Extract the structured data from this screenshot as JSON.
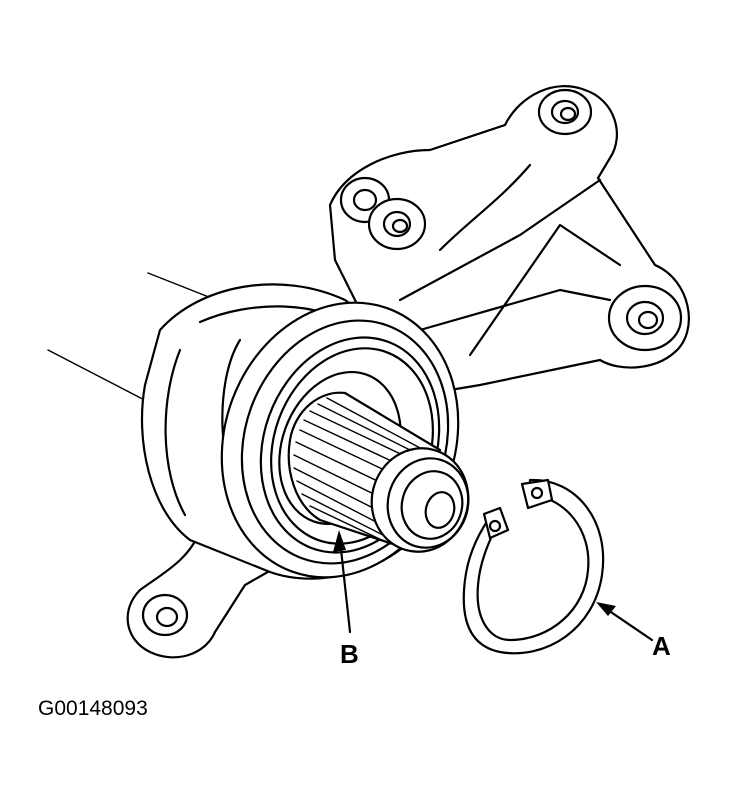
{
  "figure": {
    "id_text": "G00148093",
    "callouts": {
      "a": "A",
      "b": "B"
    }
  }
}
